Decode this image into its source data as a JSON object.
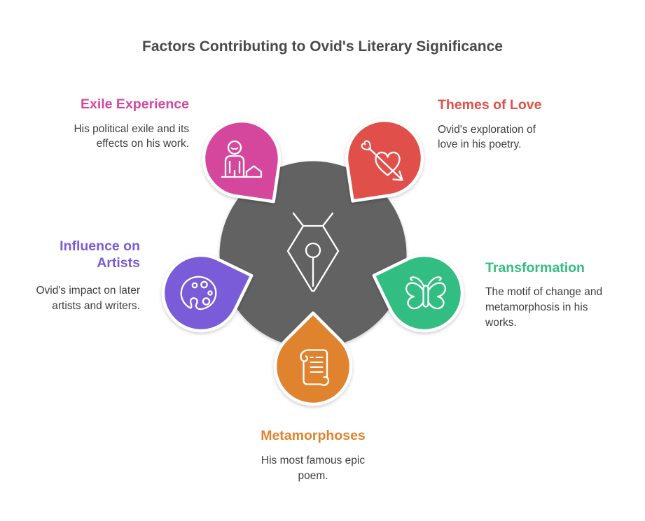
{
  "title": "Factors Contributing to Ovid's Literary Significance",
  "colors": {
    "background": "#ffffff",
    "center_circle": "#626262",
    "title_text": "#4a4a4a",
    "body_text": "#3f3f3f"
  },
  "center": {
    "icon": "pen-nib-icon"
  },
  "factors": [
    {
      "id": "exile-experience",
      "label": "Exile Experience",
      "color": "#d5479c",
      "icon": "person-house-icon",
      "position": "top-left",
      "desc_lines": [
        "His political exile and its",
        "effects on his work."
      ]
    },
    {
      "id": "themes-of-love",
      "label": "Themes of Love",
      "color": "#e05048",
      "icon": "heart-arrow-icon",
      "position": "top-right",
      "desc_lines": [
        "Ovid's exploration of",
        "love in his poetry."
      ]
    },
    {
      "id": "influence-on-artists",
      "label": "Influence on Artists",
      "color": "#7a5cd8",
      "icon": "palette-icon",
      "position": "left",
      "desc_lines": [
        "Ovid's impact on later",
        "artists and writers."
      ]
    },
    {
      "id": "transformation",
      "label": "Transformation",
      "color": "#33bd82",
      "icon": "butterfly-icon",
      "position": "right",
      "desc_lines": [
        "The motif of change and",
        "metamorphosis in his",
        "works."
      ]
    },
    {
      "id": "metamorphoses",
      "label": "Metamorphoses",
      "color": "#e0832e",
      "icon": "scroll-icon",
      "position": "bottom",
      "desc_lines": [
        "His most famous epic",
        "poem."
      ]
    }
  ]
}
